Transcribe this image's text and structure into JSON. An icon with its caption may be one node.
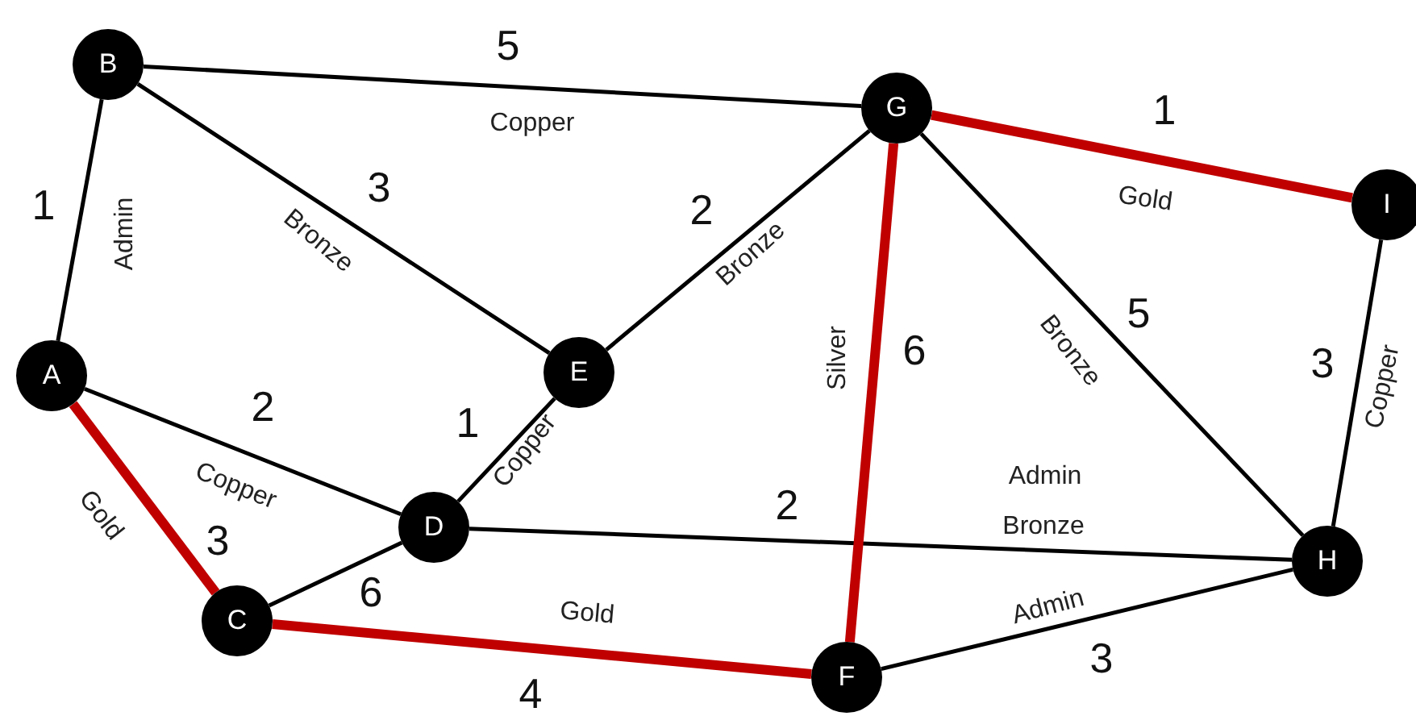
{
  "diagram": {
    "nodes": [
      {
        "text": [
          "A"
        ]
      },
      {
        "text": [
          "B"
        ]
      },
      {
        "text": [
          "C"
        ]
      },
      {
        "text": [
          "D"
        ]
      },
      {
        "text": [
          "E"
        ]
      },
      {
        "text": [
          "F"
        ]
      },
      {
        "text": [
          "G"
        ]
      },
      {
        "text": [
          "H"
        ]
      },
      {
        "text": [
          "I"
        ]
      }
    ],
    "edges": [
      {
        "from": 0,
        "to": 1,
        "arrow": "none",
        "label": "1"
      },
      {
        "from": 1,
        "to": 6,
        "arrow": "none",
        "label": "5"
      },
      {
        "from": 1,
        "to": 4,
        "arrow": "none",
        "label": "3"
      },
      {
        "from": 0,
        "to": 3,
        "arrow": "none",
        "label": "2"
      },
      {
        "from": 0,
        "to": 2,
        "arrow": "none",
        "label": "3",
        "style": "thick",
        "color": "#c00000"
      },
      {
        "from": 4,
        "to": 3,
        "arrow": "none",
        "label": "1"
      },
      {
        "from": 4,
        "to": 6,
        "arrow": "none",
        "label": "2"
      },
      {
        "from": 2,
        "to": 3,
        "arrow": "none",
        "label": "6"
      },
      {
        "from": 2,
        "to": 5,
        "arrow": "none",
        "label": "4",
        "style": "thick",
        "color": "#c00000"
      },
      {
        "from": 3,
        "to": 7,
        "arrow": "none",
        "label": "2"
      },
      {
        "from": 6,
        "to": 5,
        "arrow": "none",
        "label": "6",
        "style": "thick",
        "color": "#c00000"
      },
      {
        "from": 6,
        "to": 8,
        "arrow": "none",
        "label": "1",
        "style": "thick",
        "color": "#c00000"
      },
      {
        "from": 6,
        "to": 7,
        "arrow": "none",
        "label": "5"
      },
      {
        "from": 8,
        "to": 7,
        "arrow": "none",
        "label": "3"
      },
      {
        "from": 5,
        "to": 7,
        "arrow": "none",
        "label": "3"
      }
    ],
    "labels": [
      "Copper",
      "Admin",
      "Bronze",
      "Bronze",
      "Gold",
      "Silver",
      "Bronze",
      "Copper",
      "Copper",
      "Copper",
      "Gold",
      "Admin",
      "Bronze",
      "Gold",
      "Admin"
    ]
  }
}
